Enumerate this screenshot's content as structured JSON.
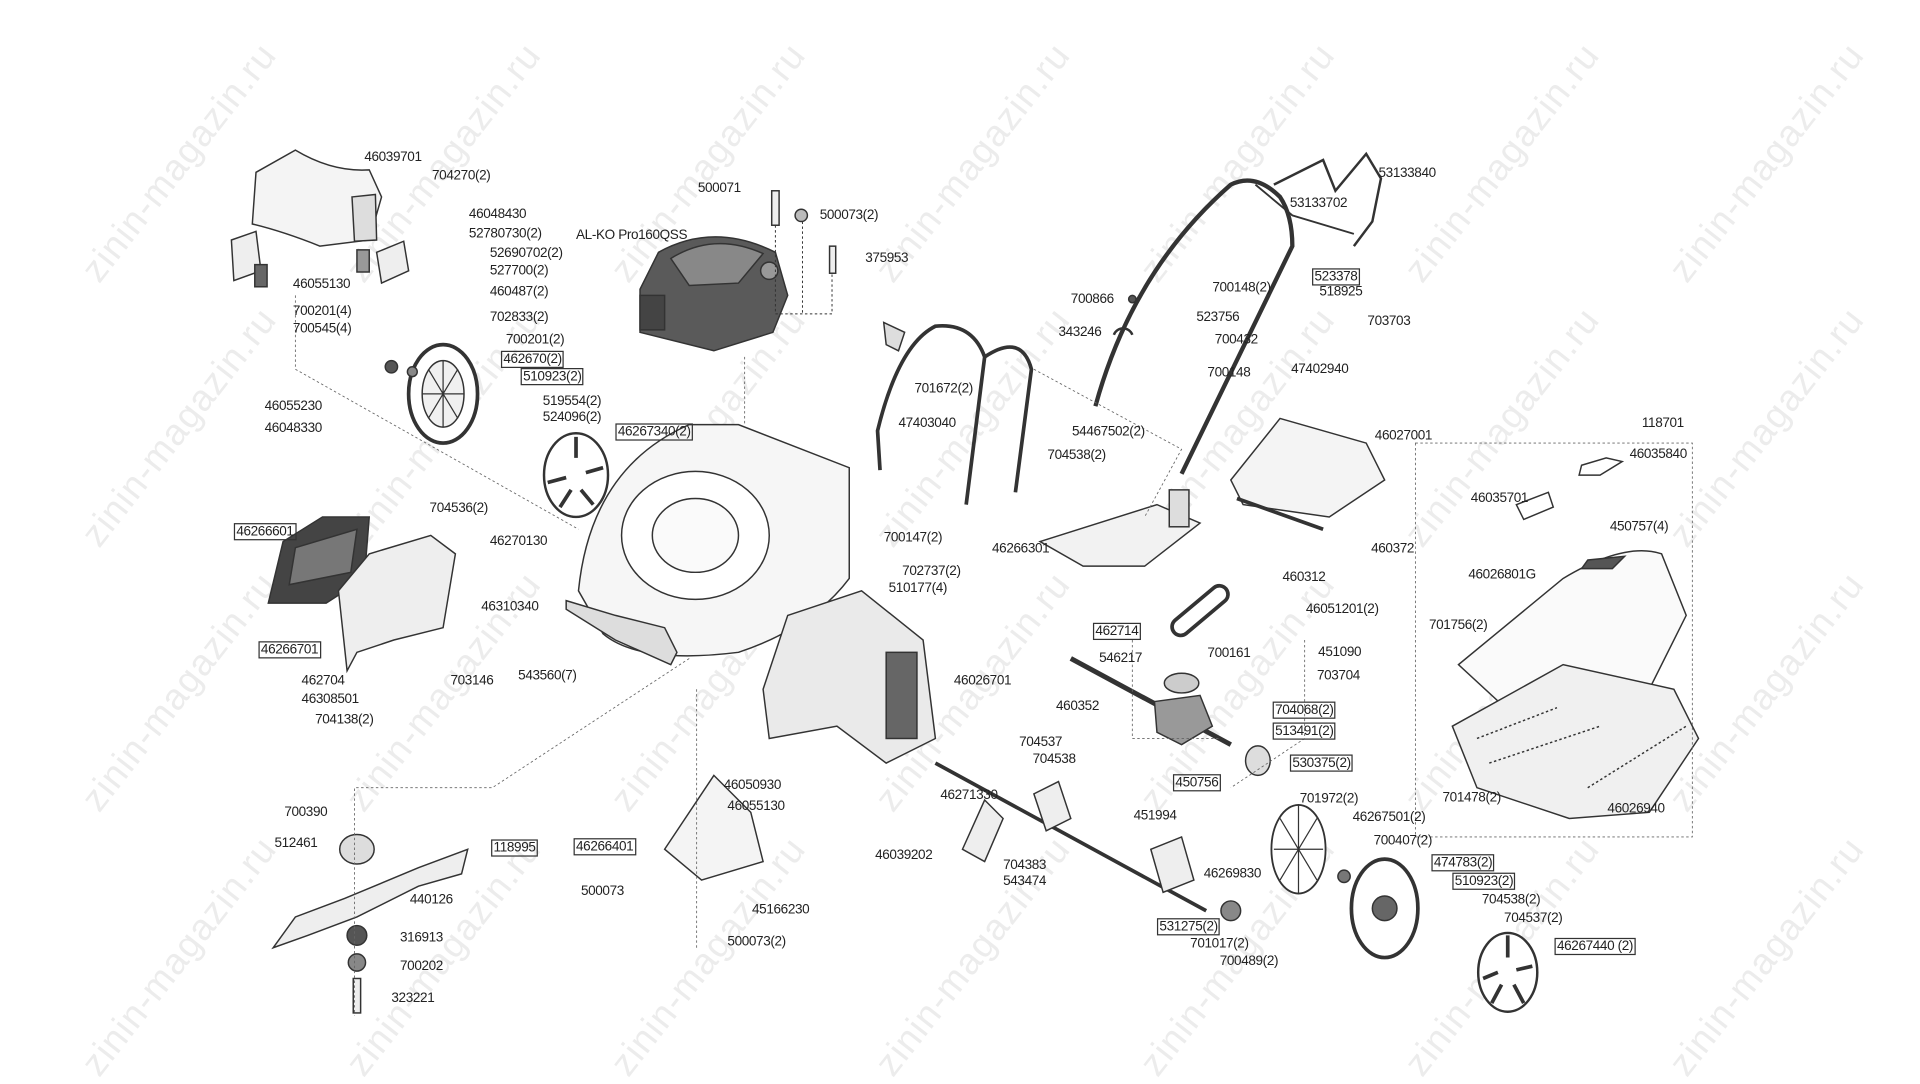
{
  "watermark": "zinin-magazin.ru",
  "engine_label": "AL-KO Pro160QSS",
  "labels": [
    {
      "text": "46039701"
    },
    {
      "text": "704270(2)"
    },
    {
      "text": "46048430"
    },
    {
      "text": "52780730(2)"
    },
    {
      "text": "52690702(2)"
    },
    {
      "text": "527700(2)"
    },
    {
      "text": "46055130"
    },
    {
      "text": "460487(2)"
    },
    {
      "text": "700201(4)"
    },
    {
      "text": "702833(2)"
    },
    {
      "text": "700545(4)"
    },
    {
      "text": "700201(2)"
    },
    {
      "text": "462670(2)",
      "boxed": true
    },
    {
      "text": "510923(2)",
      "boxed": true
    },
    {
      "text": "519554(2)"
    },
    {
      "text": "524096(2)"
    },
    {
      "text": "46267340(2)",
      "boxed": true
    },
    {
      "text": "46055230"
    },
    {
      "text": "46048330"
    },
    {
      "text": "500071"
    },
    {
      "text": "500073(2)"
    },
    {
      "text": "375953"
    },
    {
      "text": "53133840"
    },
    {
      "text": "53133702"
    },
    {
      "text": "523378",
      "boxed": true
    },
    {
      "text": "700148(2)"
    },
    {
      "text": "518925"
    },
    {
      "text": "700866"
    },
    {
      "text": "523756"
    },
    {
      "text": "703703"
    },
    {
      "text": "343246"
    },
    {
      "text": "700432"
    },
    {
      "text": "700148"
    },
    {
      "text": "47402940"
    },
    {
      "text": "701672(2)"
    },
    {
      "text": "47403040"
    },
    {
      "text": "54467502(2)"
    },
    {
      "text": "704538(2)"
    },
    {
      "text": "46027001"
    },
    {
      "text": "118701"
    },
    {
      "text": "46035840"
    },
    {
      "text": "46035701"
    },
    {
      "text": "450757(4)"
    },
    {
      "text": "704536(2)"
    },
    {
      "text": "46266601",
      "boxed": true
    },
    {
      "text": "46270130"
    },
    {
      "text": "700147(2)"
    },
    {
      "text": "460372"
    },
    {
      "text": "46266301"
    },
    {
      "text": "46026801G"
    },
    {
      "text": "702737(2)"
    },
    {
      "text": "460312"
    },
    {
      "text": "510177(4)"
    },
    {
      "text": "46310340"
    },
    {
      "text": "46051201(2)"
    },
    {
      "text": "701756(2)"
    },
    {
      "text": "462714",
      "boxed": true
    },
    {
      "text": "46266701",
      "boxed": true
    },
    {
      "text": "700161"
    },
    {
      "text": "451090"
    },
    {
      "text": "546217"
    },
    {
      "text": "462704"
    },
    {
      "text": "703146"
    },
    {
      "text": "543560(7)"
    },
    {
      "text": "46026701"
    },
    {
      "text": "703704"
    },
    {
      "text": "46308501"
    },
    {
      "text": "460352"
    },
    {
      "text": "704068(2)",
      "boxed": true
    },
    {
      "text": "704138(2)"
    },
    {
      "text": "513491(2)",
      "boxed": true
    },
    {
      "text": "704537"
    },
    {
      "text": "704538"
    },
    {
      "text": "530375(2)",
      "boxed": true
    },
    {
      "text": "450756",
      "boxed": true
    },
    {
      "text": "46050930"
    },
    {
      "text": "701478(2)"
    },
    {
      "text": "700390"
    },
    {
      "text": "46055130"
    },
    {
      "text": "46271330"
    },
    {
      "text": "451994"
    },
    {
      "text": "701972(2)"
    },
    {
      "text": "46267501(2)"
    },
    {
      "text": "46026940"
    },
    {
      "text": "512461"
    },
    {
      "text": "118995",
      "boxed": true
    },
    {
      "text": "46266401",
      "boxed": true
    },
    {
      "text": "700407(2)"
    },
    {
      "text": "46039202"
    },
    {
      "text": "474783(2)",
      "boxed": true
    },
    {
      "text": "704383"
    },
    {
      "text": "46269830"
    },
    {
      "text": "543474"
    },
    {
      "text": "510923(2)",
      "boxed": true
    },
    {
      "text": "440126"
    },
    {
      "text": "500073"
    },
    {
      "text": "704538(2)"
    },
    {
      "text": "45166230"
    },
    {
      "text": "704537(2)"
    },
    {
      "text": "531275(2)",
      "boxed": true
    },
    {
      "text": "316913"
    },
    {
      "text": "500073(2)"
    },
    {
      "text": "701017(2)"
    },
    {
      "text": "46267440 (2)",
      "boxed": true
    },
    {
      "text": "700202"
    },
    {
      "text": "700489(2)"
    },
    {
      "text": "323221"
    }
  ]
}
